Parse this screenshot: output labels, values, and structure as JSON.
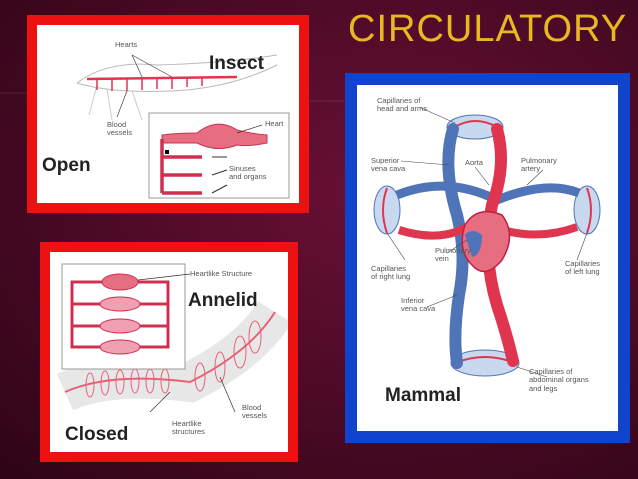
{
  "slide": {
    "title": "CIRCULATORY"
  },
  "insect_panel": {
    "organism": "Insect",
    "system_type": "Open",
    "labels": {
      "hearts": "Hearts",
      "blood_vessels": "Blood\nvessels",
      "heart": "Heart",
      "sinuses": "Sinuses\nand organs"
    }
  },
  "annelid_panel": {
    "organism": "Annelid",
    "system_type": "Closed",
    "labels": {
      "heartlike_structure": "Heartlike Structure",
      "heartlike_structures": "Heartlike\nstructures",
      "blood_vessels": "Blood\nvessels"
    }
  },
  "mammal_panel": {
    "organism": "Mammal",
    "labels": {
      "cap_head": "Capillaries of\nhead and arms",
      "superior_vena_cava": "Superior\nvena cava",
      "aorta": "Aorta",
      "pulmonary_artery": "Pulmonary\nartery",
      "pulmonary_vein": "Pulmonary\nvein",
      "cap_right_lung": "Capillaries\nof right lung",
      "cap_left_lung": "Capillaries\nof left lung",
      "inferior_vena_cava": "Inferior\nvena cava",
      "cap_abdominal": "Capillaries of\nabdominal organs\nand legs"
    }
  },
  "colors": {
    "red_frame": "#ee1111",
    "blue_frame": "#1144cc",
    "title": "#e8b820",
    "vessel_red": "#e0354f",
    "vessel_blue": "#4f74b8"
  }
}
